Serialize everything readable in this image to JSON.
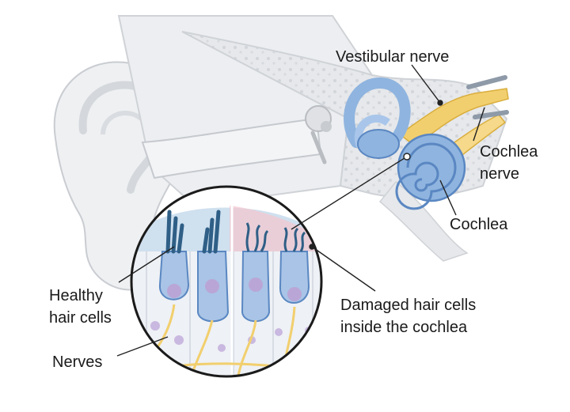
{
  "labels": {
    "vestibular_nerve": "Vestibular nerve",
    "cochlea_nerve_line1": "Cochlea",
    "cochlea_nerve_line2": "nerve",
    "cochlea": "Cochlea",
    "healthy_line1": "Healthy",
    "healthy_line2": "hair cells",
    "nerves": "Nerves",
    "damaged_line1": "Damaged hair cells",
    "damaged_line2": "inside the cochlea"
  },
  "colors": {
    "ear_outline": "#c9ccd1",
    "ear_fill": "#eef0f2",
    "bone_fill": "#e3e5e8",
    "inner_ear_blue": "#8fb4df",
    "inner_ear_dark": "#5a87c2",
    "nerve_yellow": "#f2cf6e",
    "hair_cell_blue": "#a9c4e6",
    "nucleus_purple": "#b9a6d6",
    "stereocilia": "#2f5f86",
    "damage_pink": "#f4c6cf",
    "membrane_blue": "#cfe0ef",
    "leader_line": "#222222"
  }
}
